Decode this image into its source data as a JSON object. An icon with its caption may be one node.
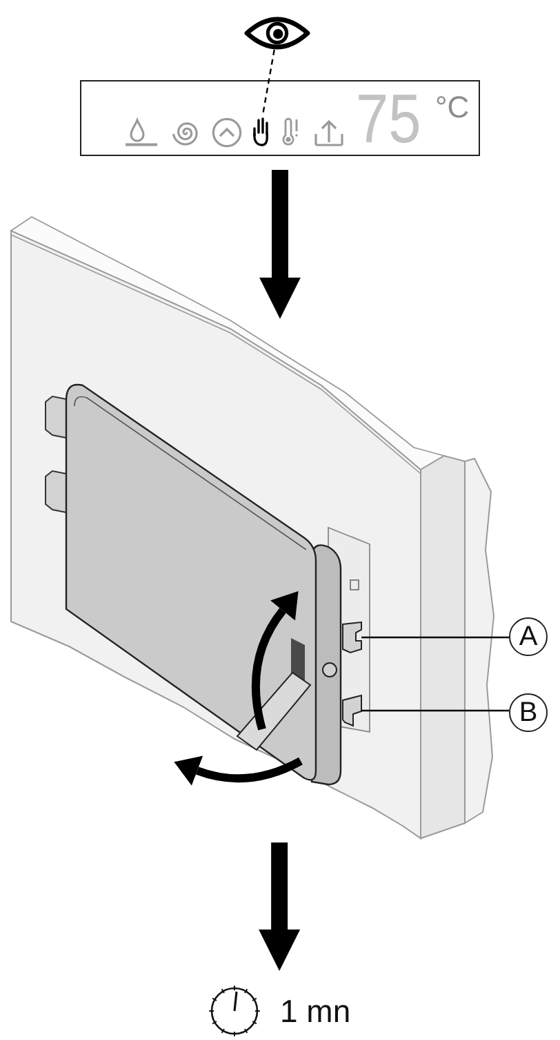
{
  "diagram": {
    "nodes": [
      {
        "text": [],
        "shape": "picture"
      },
      {
        "text": [
          "75",
          "°C"
        ]
      },
      {
        "text": [],
        "shape": "picture",
        "in": 1
      },
      {
        "text": [],
        "shape": "picture"
      },
      {
        "text": [],
        "shape": "picture",
        "in": 3
      },
      {
        "text": [],
        "shape": "picture",
        "in": 3
      },
      {
        "text": [
          "A"
        ]
      },
      {
        "text": [
          "B"
        ]
      },
      {
        "text": [
          "1 mn"
        ]
      }
    ],
    "edges": [
      {
        "from": 0,
        "to": 2,
        "arrow": "none",
        "style": "dashed"
      },
      {
        "from": 1,
        "to": 3,
        "arrow": "to",
        "style": "thick"
      },
      {
        "from": 6,
        "to": 4,
        "arrow": "none"
      },
      {
        "from": 7,
        "to": 5,
        "arrow": "none"
      },
      {
        "from": 3,
        "to": 8,
        "arrow": "to",
        "style": "thick"
      }
    ]
  }
}
